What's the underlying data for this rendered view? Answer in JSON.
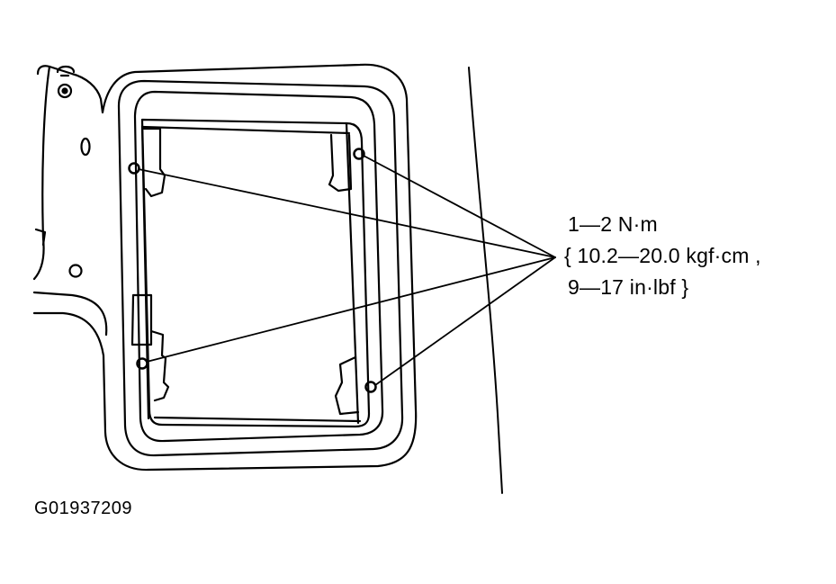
{
  "torque_spec": {
    "line1": "1—2 N·m",
    "line2": "{ 10.2—20.0 kgf·cm ,",
    "line3": "9—17 in·lbf }"
  },
  "figure_id": "G01937209"
}
